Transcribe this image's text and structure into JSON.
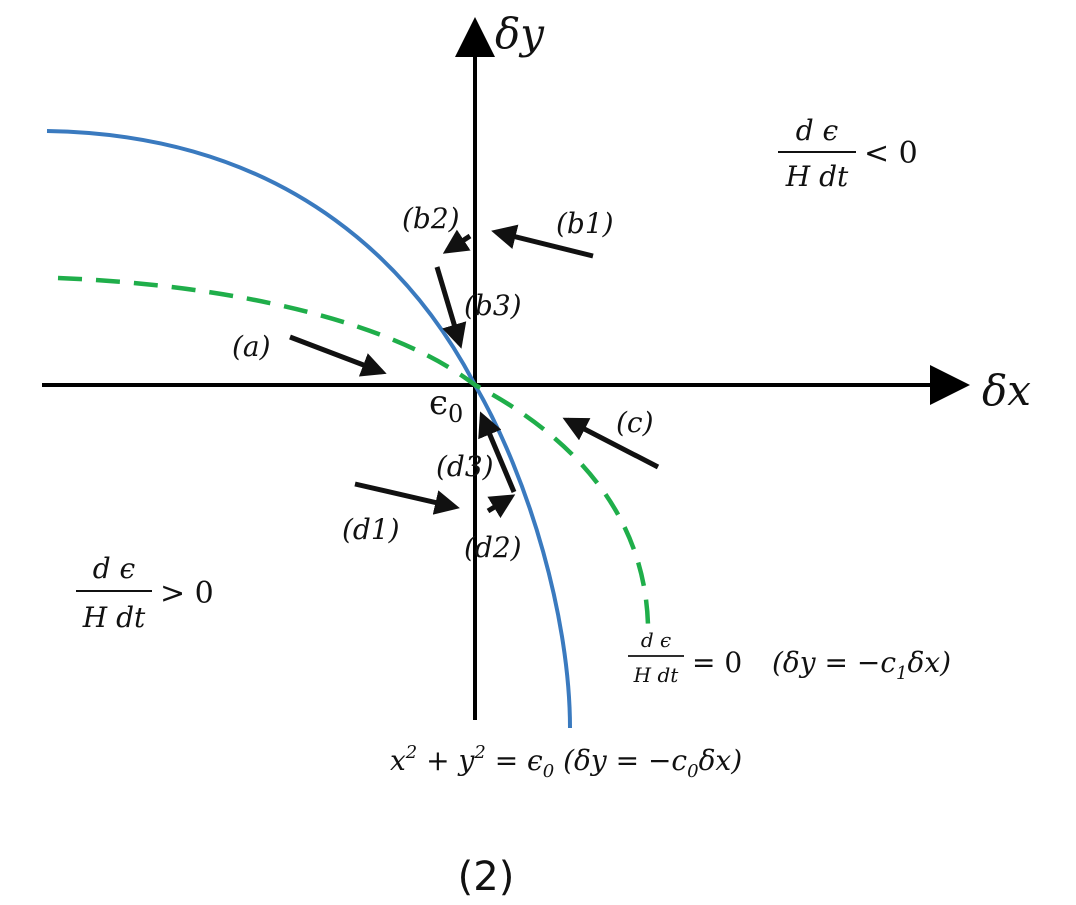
{
  "colors": {
    "axis": "#000000",
    "circle_curve": "#3a7abf",
    "dashed_curve": "#1fae4a",
    "arrow": "#111111"
  },
  "axes": {
    "x_label": "δx",
    "y_label": "δy"
  },
  "origin_label": "ϵ",
  "origin_subscript": "0",
  "arrows": {
    "a": "(a)",
    "b1": "(b1)",
    "b2": "(b2)",
    "b3": "(b3)",
    "c": "(c)",
    "d1": "(d1)",
    "d2": "(d2)",
    "d3": "(d3)"
  },
  "region_top_right": {
    "numerator": "d ϵ",
    "denominator": "H dt",
    "relation": "< 0"
  },
  "region_bottom_left": {
    "numerator": "d ϵ",
    "denominator": "H dt",
    "relation": "> 0"
  },
  "dashed_curve_label": {
    "numerator": "d ϵ",
    "denominator": "H dt",
    "relation": "= 0",
    "paren_a": "(δy = −c",
    "sub": "1",
    "paren_b": "δx)"
  },
  "circle_curve_label": {
    "a": "x",
    "sup1": "2",
    "b": " + y",
    "sup2": "2",
    "c": " = ϵ",
    "sub1": "0",
    "d": " (δy = −c",
    "sub2": "0",
    "e": "δx)"
  },
  "figure_number": "(2)"
}
